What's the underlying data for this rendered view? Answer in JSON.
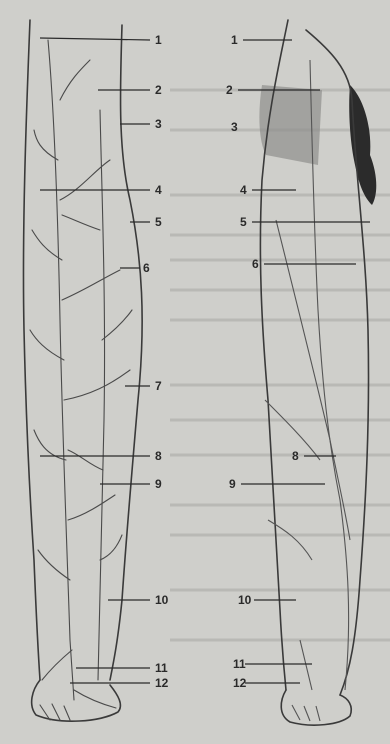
{
  "figure": {
    "left_labels": [
      "1",
      "2",
      "3",
      "4",
      "5",
      "6",
      "7",
      "8",
      "9",
      "10",
      "11",
      "12"
    ],
    "right_labels": [
      "1",
      "2",
      "3",
      "4",
      "5",
      "6",
      "8",
      "9",
      "10",
      "11",
      "12"
    ]
  },
  "colors": {
    "background": "#cfcfcb",
    "ink": "#2a2a2a",
    "shade_dark": "#2b2b2b",
    "shade_light": "#8f8f8c"
  }
}
